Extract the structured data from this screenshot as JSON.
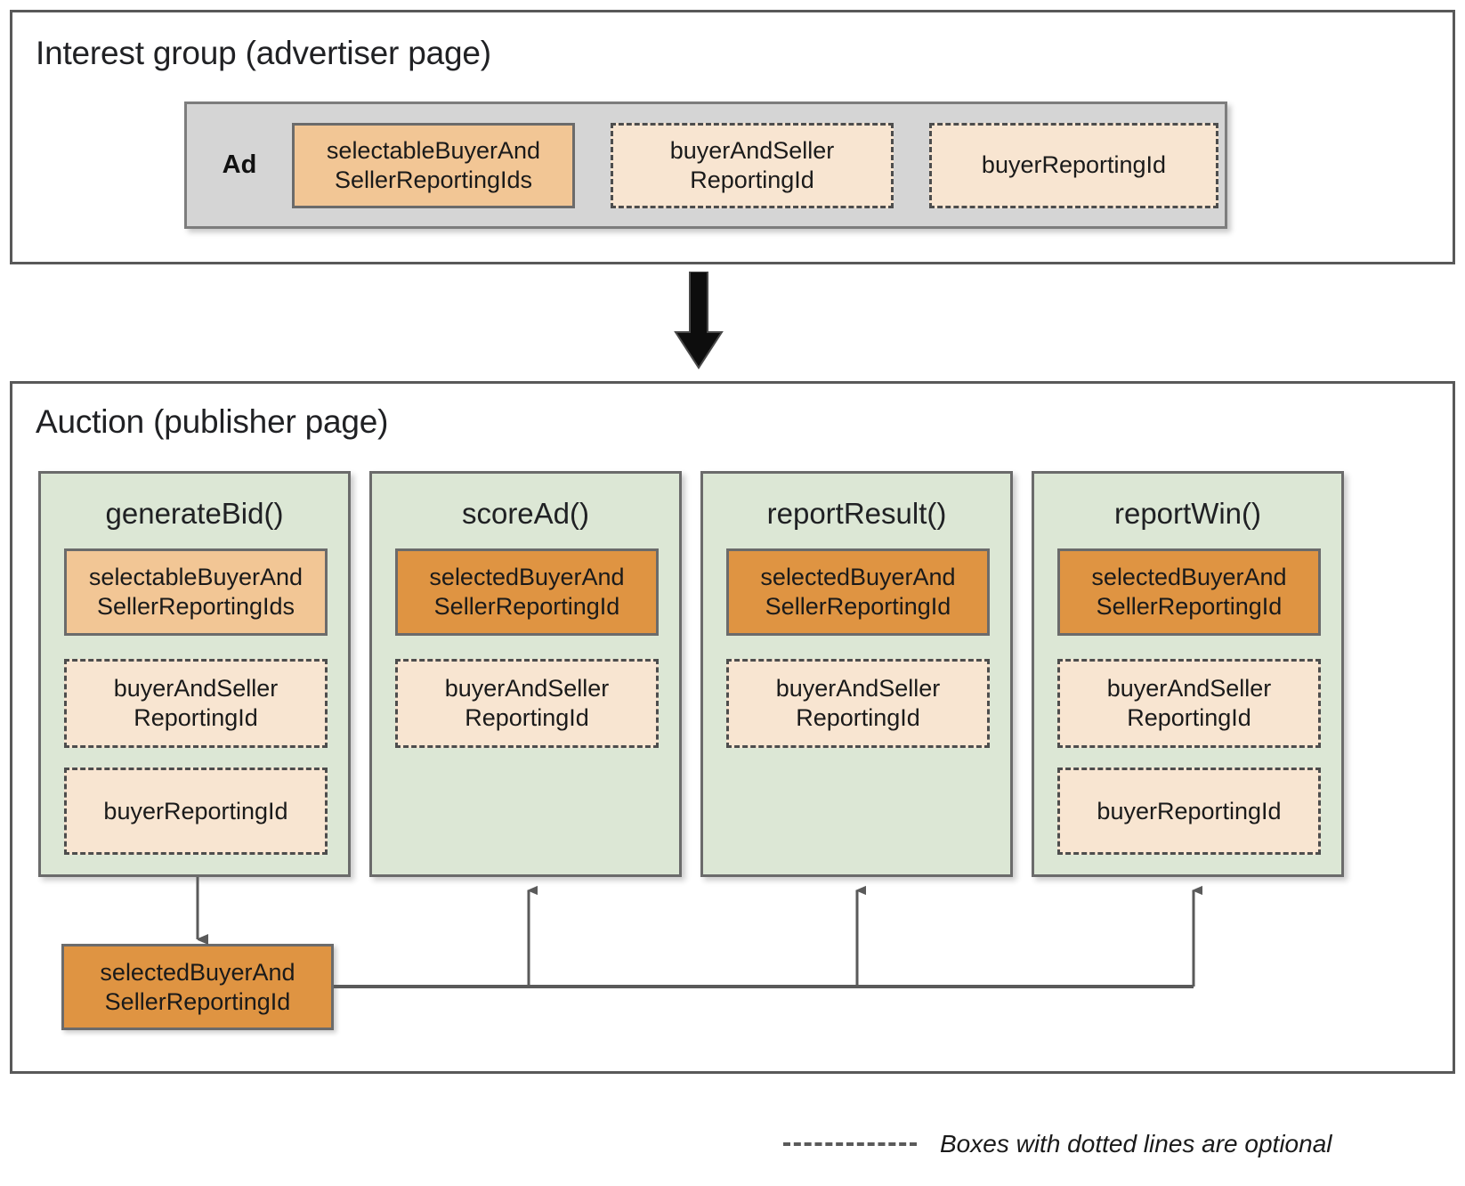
{
  "interest_group": {
    "title": "Interest group (advertiser page)",
    "ad_label": "Ad",
    "fields": [
      {
        "label": "selectableBuyerAndSellerReportingIds",
        "line1": "selectableBuyerAnd",
        "line2": "SellerReportingIds",
        "style": "selectable",
        "optional": false
      },
      {
        "label": "buyerAndSellerReportingId",
        "line1": "buyerAndSeller",
        "line2": "ReportingId",
        "style": "optional",
        "optional": true
      },
      {
        "label": "buyerReportingId",
        "line1": "buyerReportingId",
        "line2": "",
        "style": "optional",
        "optional": true
      }
    ]
  },
  "flow_arrow": {
    "name": "down-arrow",
    "direction": "down"
  },
  "auction": {
    "title": "Auction (publisher page)",
    "columns": [
      {
        "name": "generateBid()",
        "fields": [
          {
            "line1": "selectableBuyerAnd",
            "line2": "SellerReportingIds",
            "style": "selectable",
            "optional": false
          },
          {
            "line1": "buyerAndSeller",
            "line2": "ReportingId",
            "style": "optional",
            "optional": true
          },
          {
            "line1": "buyerReportingId",
            "line2": "",
            "style": "optional",
            "optional": true
          }
        ]
      },
      {
        "name": "scoreAd()",
        "fields": [
          {
            "line1": "selectedBuyerAnd",
            "line2": "SellerReportingId",
            "style": "selected",
            "optional": false
          },
          {
            "line1": "buyerAndSeller",
            "line2": "ReportingId",
            "style": "optional",
            "optional": true
          }
        ]
      },
      {
        "name": "reportResult()",
        "fields": [
          {
            "line1": "selectedBuyerAnd",
            "line2": "SellerReportingId",
            "style": "selected",
            "optional": false
          },
          {
            "line1": "buyerAndSeller",
            "line2": "ReportingId",
            "style": "optional",
            "optional": true
          }
        ]
      },
      {
        "name": "reportWin()",
        "fields": [
          {
            "line1": "selectedBuyerAnd",
            "line2": "SellerReportingId",
            "style": "selected",
            "optional": false
          },
          {
            "line1": "buyerAndSeller",
            "line2": "ReportingId",
            "style": "optional",
            "optional": true
          },
          {
            "line1": "buyerReportingId",
            "line2": "",
            "style": "optional",
            "optional": true
          }
        ]
      }
    ],
    "result_box": {
      "line1": "selectedBuyerAnd",
      "line2": "SellerReportingId",
      "style": "selected"
    }
  },
  "legend": {
    "dash_sample": "dashed-line-sample",
    "text": "Boxes with dotted lines are optional"
  },
  "colors": {
    "selectable_fill": "#f2c695",
    "selected_fill": "#df9442",
    "optional_fill": "#f8e5d1",
    "column_fill": "#dce7d5",
    "ad_fill": "#d5d5d5",
    "border": "#6b6b6b",
    "dash_border": "#4d4d4d",
    "frame": "#595959",
    "connector": "#5a5a5a",
    "arrow_black": "#0d0d0d"
  }
}
